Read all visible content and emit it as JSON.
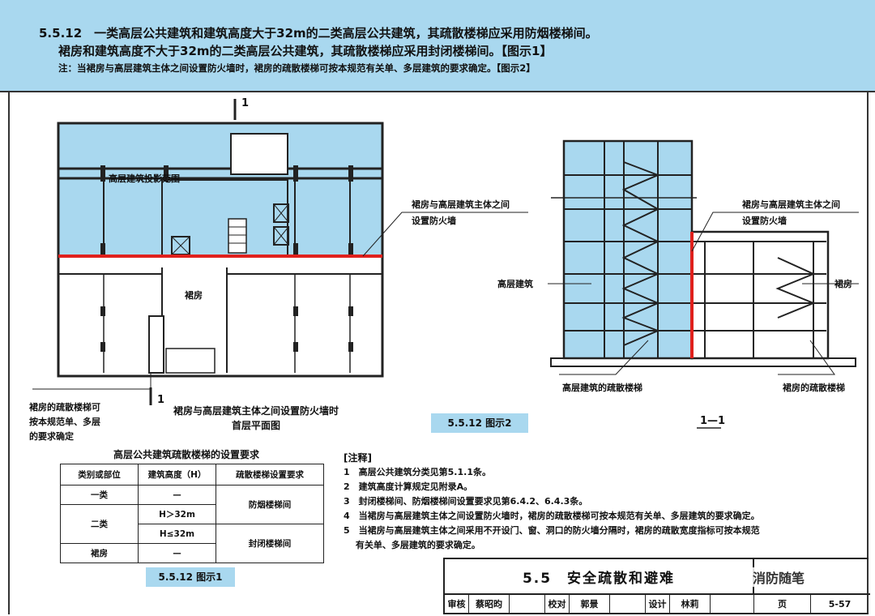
{
  "header": {
    "line1": "5.5.12　一类高层公共建筑和建筑高度大于32m的二类高层公共建筑，其疏散楼梯应采用防烟楼梯间。",
    "line2": "裙房和建筑高度不大于32m的二类高层公共建筑，其疏散楼梯应采用封闭楼梯间。【图示1】",
    "line3": "注：当裙房与高层建筑主体之间设置防火墙时，裙房的疏散楼梯可按本规范有关单、多层建筑的要求确定。【图示2】"
  },
  "plan": {
    "section_mark": "1",
    "tower_zone_label": "高层建筑投影范围",
    "podium_label": "裙房",
    "podium_stair_note_1": "裙房的疏散楼梯可",
    "podium_stair_note_2": "按本规范单、多层",
    "podium_stair_note_3": "的要求确定",
    "firewall_label_1": "裙房与高层建筑主体之间",
    "firewall_label_2": "设置防火墙",
    "caption_1": "裙房与高层建筑主体之间设置防火墙时",
    "caption_2": "首层平面图"
  },
  "section": {
    "high_rise_label": "高层建筑",
    "firewall_label_1": "裙房与高层建筑主体之间",
    "firewall_label_2": "设置防火墙",
    "podium_label": "裙房",
    "high_rise_stair_label": "高层建筑的疏散楼梯",
    "podium_stair_label": "裙房的疏散楼梯",
    "section_title": "1—1"
  },
  "captions": {
    "fig2": "5.5.12 图示2",
    "fig1": "5.5.12 图示1"
  },
  "table": {
    "title": "高层公共建筑疏散楼梯的设置要求",
    "headers": [
      "类别或部位",
      "建筑高度（H）",
      "疏散楼梯设置要求"
    ],
    "row_class1": "一类",
    "row_class1_height": "—",
    "row_class2": "二类",
    "row_class2_h1": "H＞32m",
    "row_class2_h2": "H≤32m",
    "row_podium": "裙房",
    "row_podium_height": "—",
    "req_smoke": "防烟楼梯间",
    "req_closed": "封闭楼梯间"
  },
  "notes": {
    "title": "[注释]",
    "items": [
      "1　高层公共建筑分类见第5.1.1条。",
      "2　建筑高度计算规定见附录A。",
      "3　封闭楼梯间、防烟楼梯间设置要求见第6.4.2、6.4.3条。",
      "4　当裙房与高层建筑主体之间设置防火墙时，裙房的疏散楼梯可按本规范有关单、多层建筑的要求确定。",
      "5　当裙房与高层建筑主体之间采用不开设门、窗、洞口的防火墙分隔时，裙房的疏散宽度指标可按本规范",
      "　  有关单、多层建筑的要求确定。"
    ]
  },
  "title_block": {
    "title": "5.5　安全疏散和避难",
    "review_label": "审核",
    "reviewer": "蔡昭昀",
    "check_label": "校对",
    "checker": "郭景",
    "design_label": "设计",
    "designer": "林莉",
    "page_label": "页",
    "page_no": "5-57"
  },
  "watermark": "消防随笔",
  "colors": {
    "header_bg": "#a9d8ef",
    "zone_fill": "#a9d8ef",
    "firewall": "#e0201c"
  }
}
